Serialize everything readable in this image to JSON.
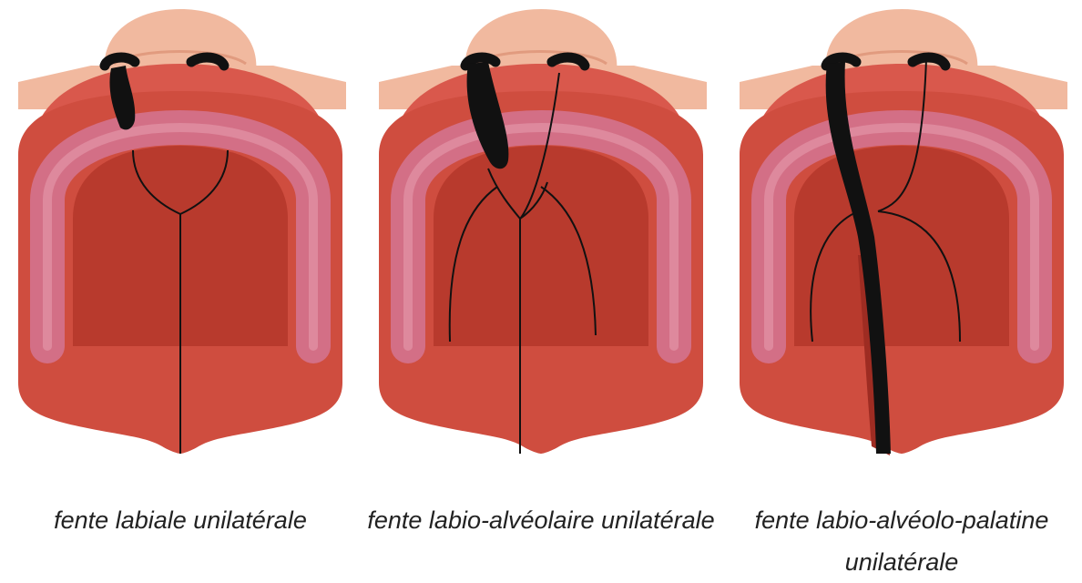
{
  "panels": [
    {
      "caption": "fente labiale unilatérale",
      "cleft": "lip"
    },
    {
      "caption": "fente labio-alvéolaire unilatérale",
      "cleft": "lip-alveolus"
    },
    {
      "caption": "fente labio-alvéolo-palatine unilatérale",
      "cleft": "lip-alveolus-palate"
    }
  ],
  "colors": {
    "skin": "#f1b99f",
    "skin_dark": "#e19b7f",
    "lip": "#d9584c",
    "mucosa": "#cf4d3f",
    "palate": "#b83a2d",
    "palate_dark": "#9e2c22",
    "gum": "#d36f86",
    "gum_light": "#e394a6",
    "cleft": "#111111"
  }
}
